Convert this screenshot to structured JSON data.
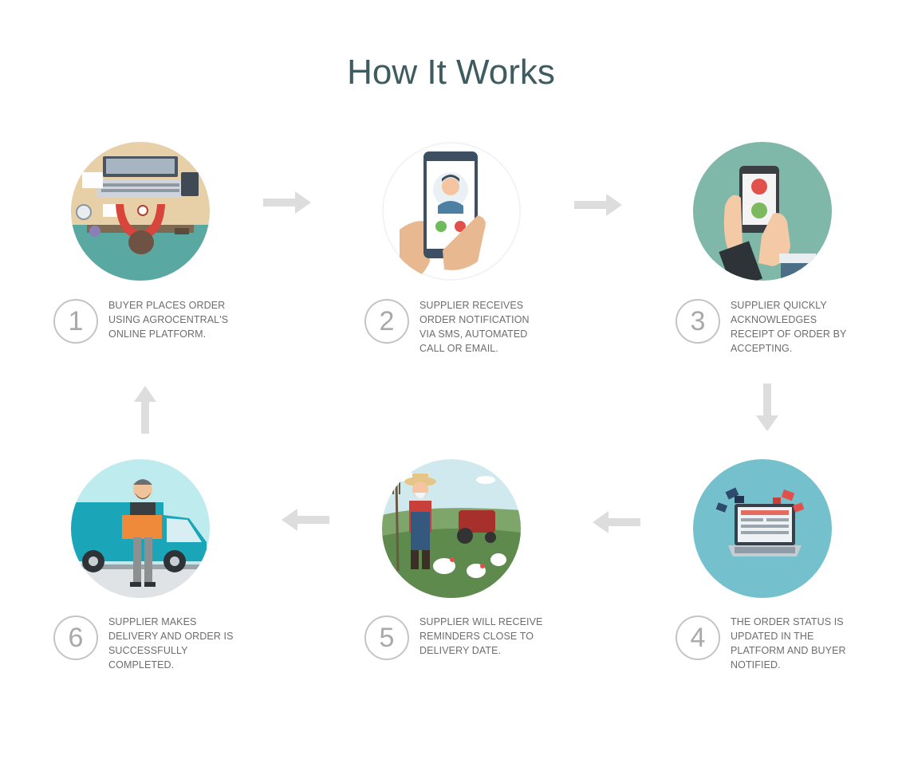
{
  "title": "How It Works",
  "colors": {
    "title": "#3e5b5f",
    "arrow": "#dddddd",
    "badge_border": "#c4c4c4",
    "badge_text": "#a9a9a9",
    "desc_text": "#6d6d6d"
  },
  "steps": [
    {
      "number": "1",
      "text": "BUYER PLACES ORDER USING AGROCENTRAL'S ONLINE PLATFORM.",
      "illustration": "desk-laptop-illustration",
      "circle_color": "#5aa8a2"
    },
    {
      "number": "2",
      "text": "SUPPLIER RECEIVES ORDER NOTIFICATION VIA SMS, AUTOMATED CALL OR EMAIL.",
      "illustration": "phone-call-illustration",
      "circle_color": "#ffffff"
    },
    {
      "number": "3",
      "text": "SUPPLIER QUICKLY ACKNOWLEDGES RECEIPT OF ORDER BY ACCEPTING.",
      "illustration": "phone-touch-illustration",
      "circle_color": "#7fb8a8"
    },
    {
      "number": "4",
      "text": "THE ORDER STATUS IS UPDATED IN THE PLATFORM AND BUYER NOTIFIED.",
      "illustration": "laptop-status-illustration",
      "circle_color": "#74c0cc"
    },
    {
      "number": "5",
      "text": "SUPPLIER WILL RECEIVE REMINDERS CLOSE TO DELIVERY DATE.",
      "illustration": "farmer-illustration",
      "circle_color": "#cfe9ee"
    },
    {
      "number": "6",
      "text": "SUPPLIER MAKES DELIVERY AND ORDER IS SUCCESSFULLY COMPLETED.",
      "illustration": "delivery-van-illustration",
      "circle_color": "#bdebee"
    }
  ],
  "arrows": [
    {
      "from": "1",
      "to": "2",
      "direction": "right"
    },
    {
      "from": "2",
      "to": "3",
      "direction": "right"
    },
    {
      "from": "3",
      "to": "4",
      "direction": "down"
    },
    {
      "from": "4",
      "to": "5",
      "direction": "left"
    },
    {
      "from": "5",
      "to": "6",
      "direction": "left"
    },
    {
      "from": "6",
      "to": "1",
      "direction": "up"
    }
  ]
}
